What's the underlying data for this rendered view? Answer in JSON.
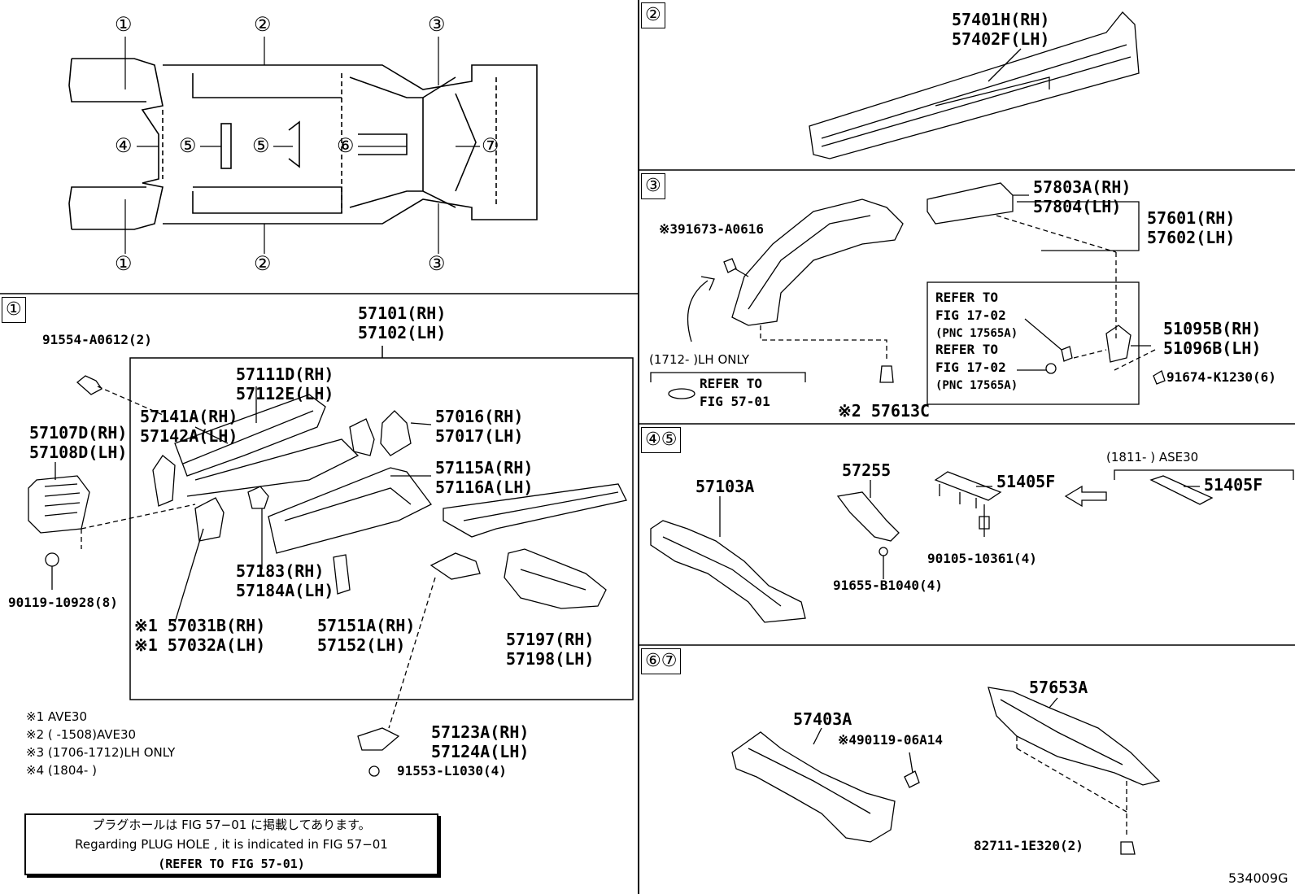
{
  "overview": {
    "callouts_top": [
      "①",
      "②",
      "③"
    ],
    "callouts_mid": [
      "④",
      "⑤",
      "⑤",
      "⑥",
      "⑦"
    ],
    "callouts_bottom": [
      "①",
      "②",
      "③"
    ]
  },
  "section1": {
    "tag": "①",
    "labels": {
      "p57101": "57101(RH)",
      "p57102": "57102(LH)",
      "p91554": "91554-A0612(2)",
      "p57111": "57111D(RH)",
      "p57112": "57112E(LH)",
      "p57141": "57141A(RH)",
      "p57142": "57142A(LH)",
      "p57016": "57016(RH)",
      "p57017": "57017(LH)",
      "p57107": "57107D(RH)",
      "p57108": "57108D(LH)",
      "p57115": "57115A(RH)",
      "p57116": "57116A(LH)",
      "p57183": "57183(RH)",
      "p57184": "57184A(LH)",
      "p90119": "90119-10928(8)",
      "p57031": "※1 57031B(RH)",
      "p57032": "※1 57032A(LH)",
      "p57151": "57151A(RH)",
      "p57152": "57152(LH)",
      "p57197": "57197(RH)",
      "p57198": "57198(LH)",
      "p57123": "57123A(RH)",
      "p57124": "57124A(LH)",
      "p91553": "91553-L1030(4)"
    },
    "footnotes": [
      "※1 AVE30",
      "※2 (     -1508)AVE30",
      "※3 (1706-1712)LH ONLY",
      "※4 (1804-     )"
    ],
    "note": {
      "line1": "プラグホールは FIG 57−01 に掲載してあります。",
      "line2": "Regarding  PLUG  HOLE , it is indicated in FIG 57−01",
      "line3": "(REFER TO FIG 57-01)"
    }
  },
  "section2": {
    "tag": "②",
    "labels": {
      "p57401": "57401H(RH)",
      "p57402": "57402F(LH)"
    }
  },
  "section3": {
    "tag": "③",
    "labels": {
      "p57803": "57803A(RH)",
      "p57804": "57804(LH)",
      "p57601": "57601(RH)",
      "p57602": "57602(LH)",
      "p391673": "※391673-A0616",
      "refer1a": "REFER TO",
      "refer1b": "FIG 17-02",
      "refer1c": "(PNC 17565A)",
      "refer2a": "REFER TO",
      "refer2b": "FIG 17-02",
      "refer2c": "(PNC 17565A)",
      "p51095": "51095B(RH)",
      "p51096": "51096B(LH)",
      "lhonly": "(1712-      )LH ONLY",
      "refer3a": "REFER TO",
      "refer3b": "FIG 57-01",
      "p91674": "91674-K1230(6)",
      "p57613": "※2 57613C"
    }
  },
  "section45": {
    "tag": "④⑤",
    "labels": {
      "p57103": "57103A",
      "p57255": "57255",
      "p51405a": "51405F",
      "ase": "(1811-      ) ASE30",
      "p51405b": "51405F",
      "p90105": "90105-10361(4)",
      "p91655": "91655-B1040(4)"
    }
  },
  "section67": {
    "tag": "⑥⑦",
    "labels": {
      "p57653": "57653A",
      "p57403": "57403A",
      "p490119": "※490119-06A14",
      "p82711": "82711-1E320(2)"
    }
  },
  "figure_id": "534009G"
}
